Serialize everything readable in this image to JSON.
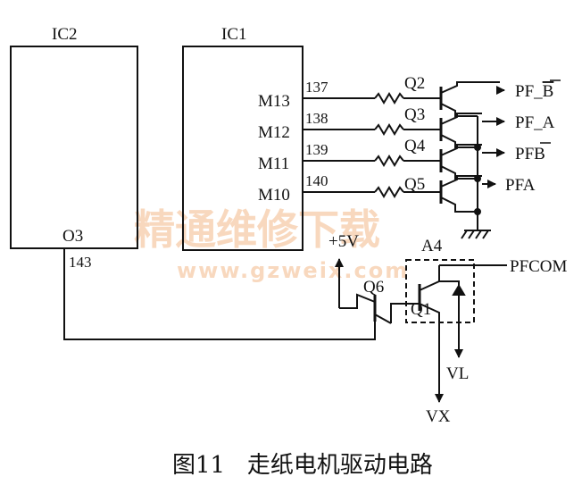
{
  "figure": {
    "caption": "图11   走纸电机驱动电路"
  },
  "chips": {
    "ic2": {
      "name": "IC2",
      "pin_name": "O3",
      "pin_number": "143"
    },
    "ic1": {
      "name": "IC1",
      "pins": [
        {
          "name": "M13",
          "number": "137"
        },
        {
          "name": "M12",
          "number": "138"
        },
        {
          "name": "M11",
          "number": "139"
        },
        {
          "name": "M10",
          "number": "140"
        }
      ]
    }
  },
  "transistors": {
    "q2": "Q2",
    "q3": "Q3",
    "q4": "Q4",
    "q5": "Q5",
    "q6": "Q6",
    "q1": "Q1"
  },
  "outputs": {
    "pf_b_prefix": "PF_",
    "pf_b_letter": "B",
    "pf_a": "PF_A",
    "pfb_prefix": "PF",
    "pfb_letter": "B",
    "pfa": "PFA",
    "pfcom": "PFCOM"
  },
  "supply": {
    "plus5v": "+5V",
    "a4": "A4",
    "vl": "VL",
    "vx": "VX"
  },
  "watermark": {
    "title": "精通维修下载",
    "url": "www.gzweix.com"
  }
}
